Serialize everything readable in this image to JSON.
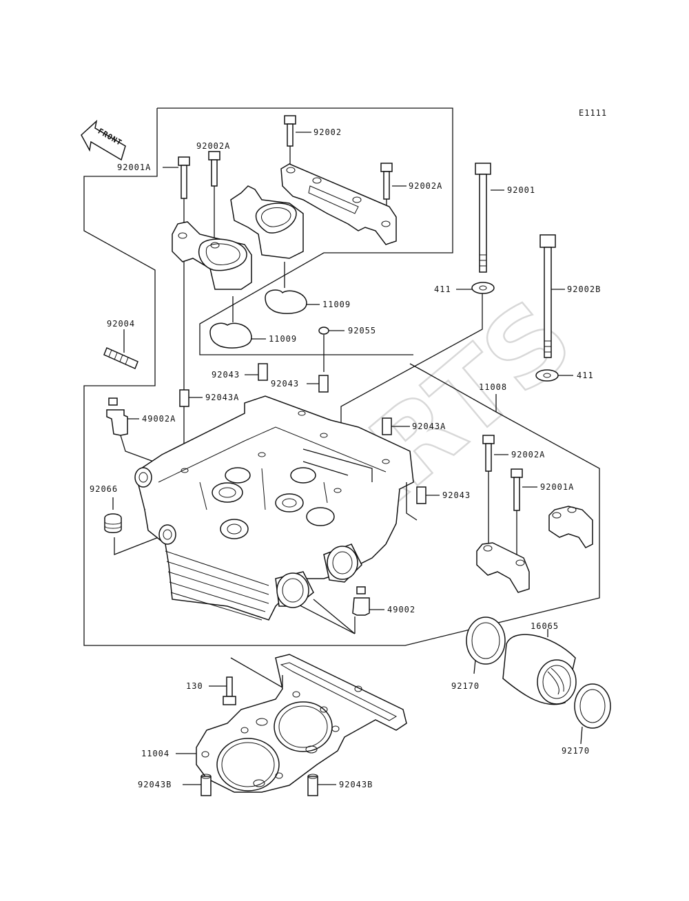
{
  "diagram": {
    "ref_code": "E1111",
    "front_label": "FRONT",
    "watermark": "PARTS",
    "labels": {
      "p92002": "92002",
      "p92002A_top": "92002A",
      "p92001A_top": "92001A",
      "p92002A_right": "92002A",
      "p92001": "92001",
      "p411_top": "411",
      "p92002B": "92002B",
      "p411_bottom": "411",
      "p11009_right": "11009",
      "p11009_left": "11009",
      "p92055": "92055",
      "p92004": "92004",
      "p92043_a": "92043",
      "p92043_b": "92043",
      "p92043A_left": "92043A",
      "p49002A": "49002A",
      "p92043A_right": "92043A",
      "p11008": "11008",
      "p92002A_lower": "92002A",
      "p92001A_lower": "92001A",
      "p92043_c": "92043",
      "p92066": "92066",
      "p49002": "49002",
      "p16065": "16065",
      "p92170_left": "92170",
      "p92170_right": "92170",
      "p130": "130",
      "p11004": "11004",
      "p92043B_left": "92043B",
      "p92043B_right": "92043B"
    }
  }
}
